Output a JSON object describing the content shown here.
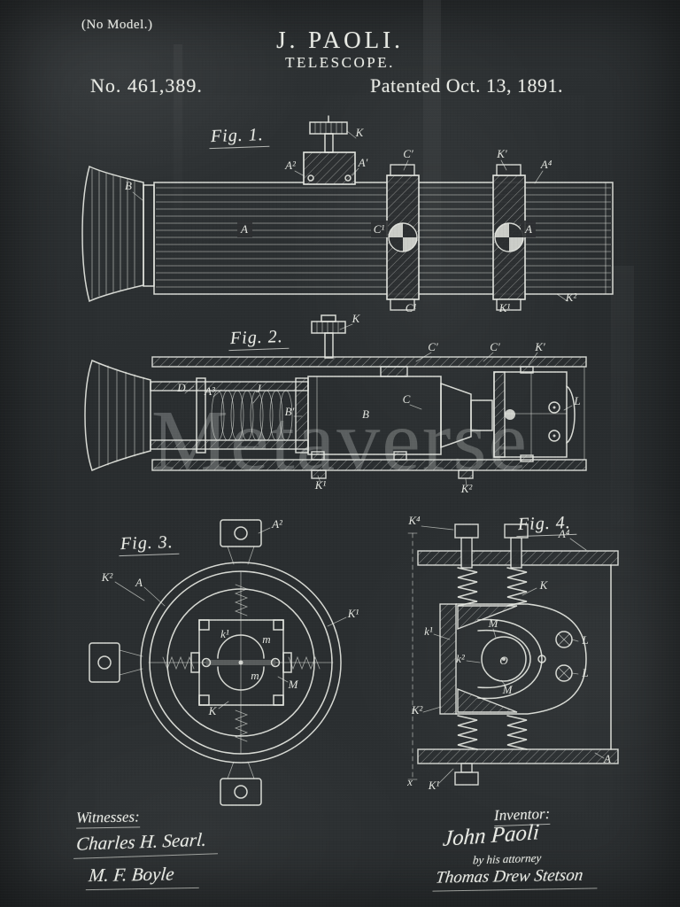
{
  "artwork": {
    "watermark": "Metaverse",
    "board_color": "#2c2f31",
    "chalk_color": "#e7e9e3"
  },
  "header": {
    "no_model": "(No Model.)",
    "name": "J. PAOLI.",
    "title": "TELESCOPE.",
    "patent_number": "No. 461,389.",
    "patent_date": "Patented Oct. 13, 1891."
  },
  "fig1": {
    "label": "Fig. 1.",
    "parts": [
      "K",
      "A²",
      "A′",
      "C′",
      "K′",
      "A⁴",
      "B",
      "A",
      "C¹",
      "A",
      "C¹",
      "K¹",
      "K²"
    ]
  },
  "fig2": {
    "label": "Fig. 2.",
    "parts": [
      "K",
      "C′",
      "C′",
      "K′",
      "L",
      "D",
      "A³",
      "J",
      "B′",
      "B",
      "C",
      "K¹",
      "K²"
    ]
  },
  "fig3": {
    "label": "Fig. 3.",
    "parts": [
      "A²",
      "K²",
      "A",
      "K¹",
      "k¹",
      "m",
      "m",
      "M",
      "K"
    ]
  },
  "fig4": {
    "label": "Fig. 4.",
    "parts": [
      "K⁴",
      "A⁴",
      "K",
      "k¹",
      "k²",
      "M",
      "O",
      "M",
      "L",
      "L",
      "K²",
      "A",
      "K¹",
      "x"
    ]
  },
  "footer": {
    "witnesses_heading": "Witnesses:",
    "witness_1": "Charles H. Searl.",
    "witness_2": "M. F. Boyle",
    "inventor_heading": "Inventor:",
    "inventor_signature": "John Paoli",
    "attorney_note": "by his attorney",
    "attorney_signature": "Thomas Drew Stetson"
  }
}
